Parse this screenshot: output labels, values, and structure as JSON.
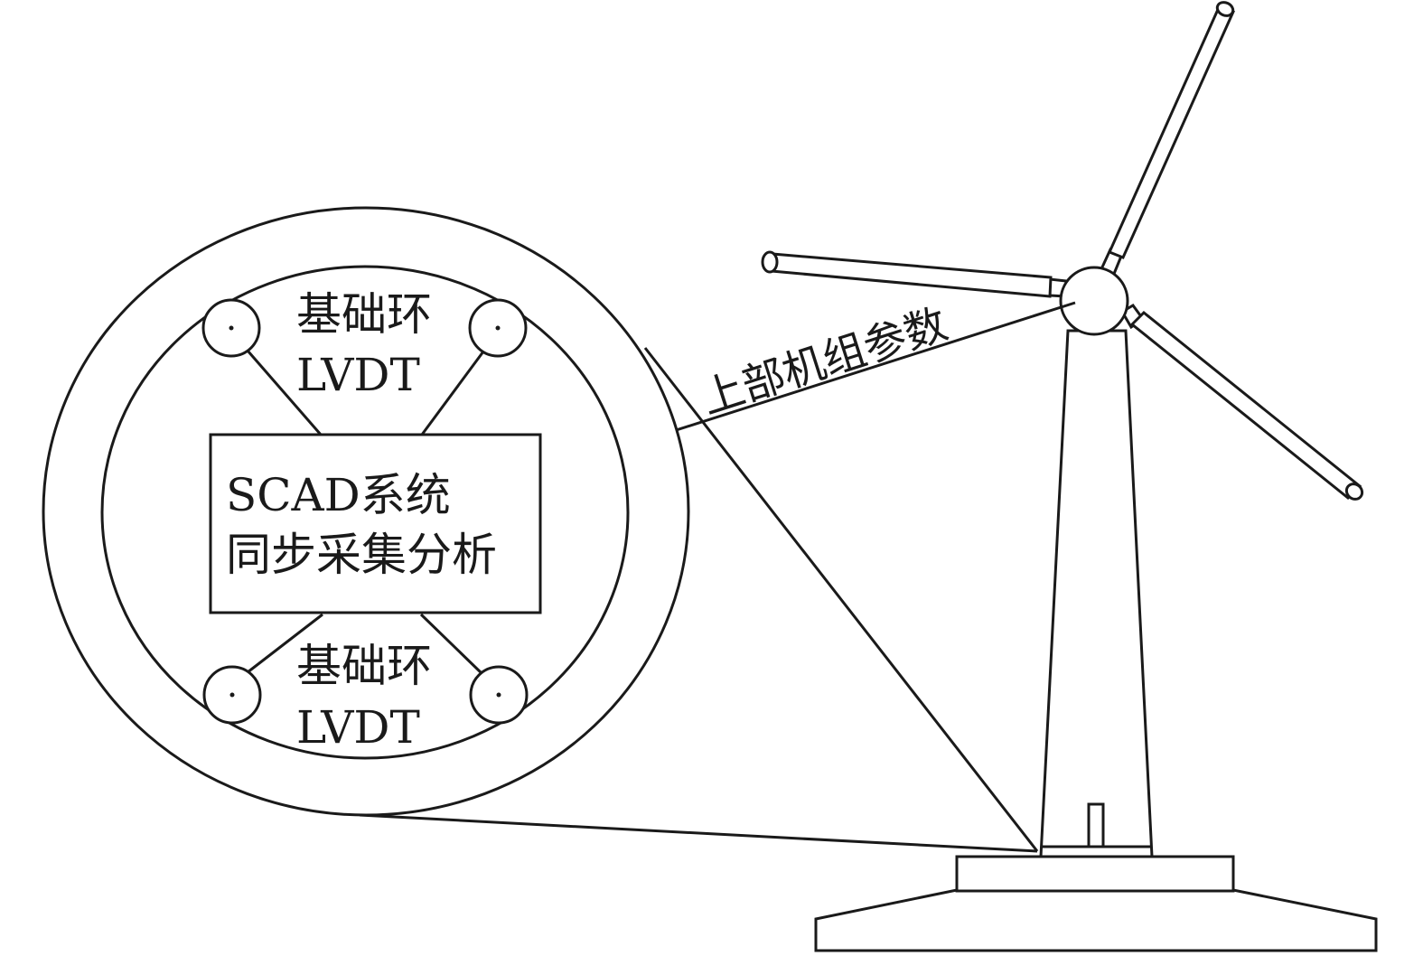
{
  "labels": {
    "ring_top_line1": "基础环",
    "ring_top_line2": "LVDT",
    "ring_bottom_line1": "基础环",
    "ring_bottom_line2": "LVDT",
    "system_line1": "SCAD系统",
    "system_line2": "同步采集分析",
    "connection": "上部机组参数"
  }
}
